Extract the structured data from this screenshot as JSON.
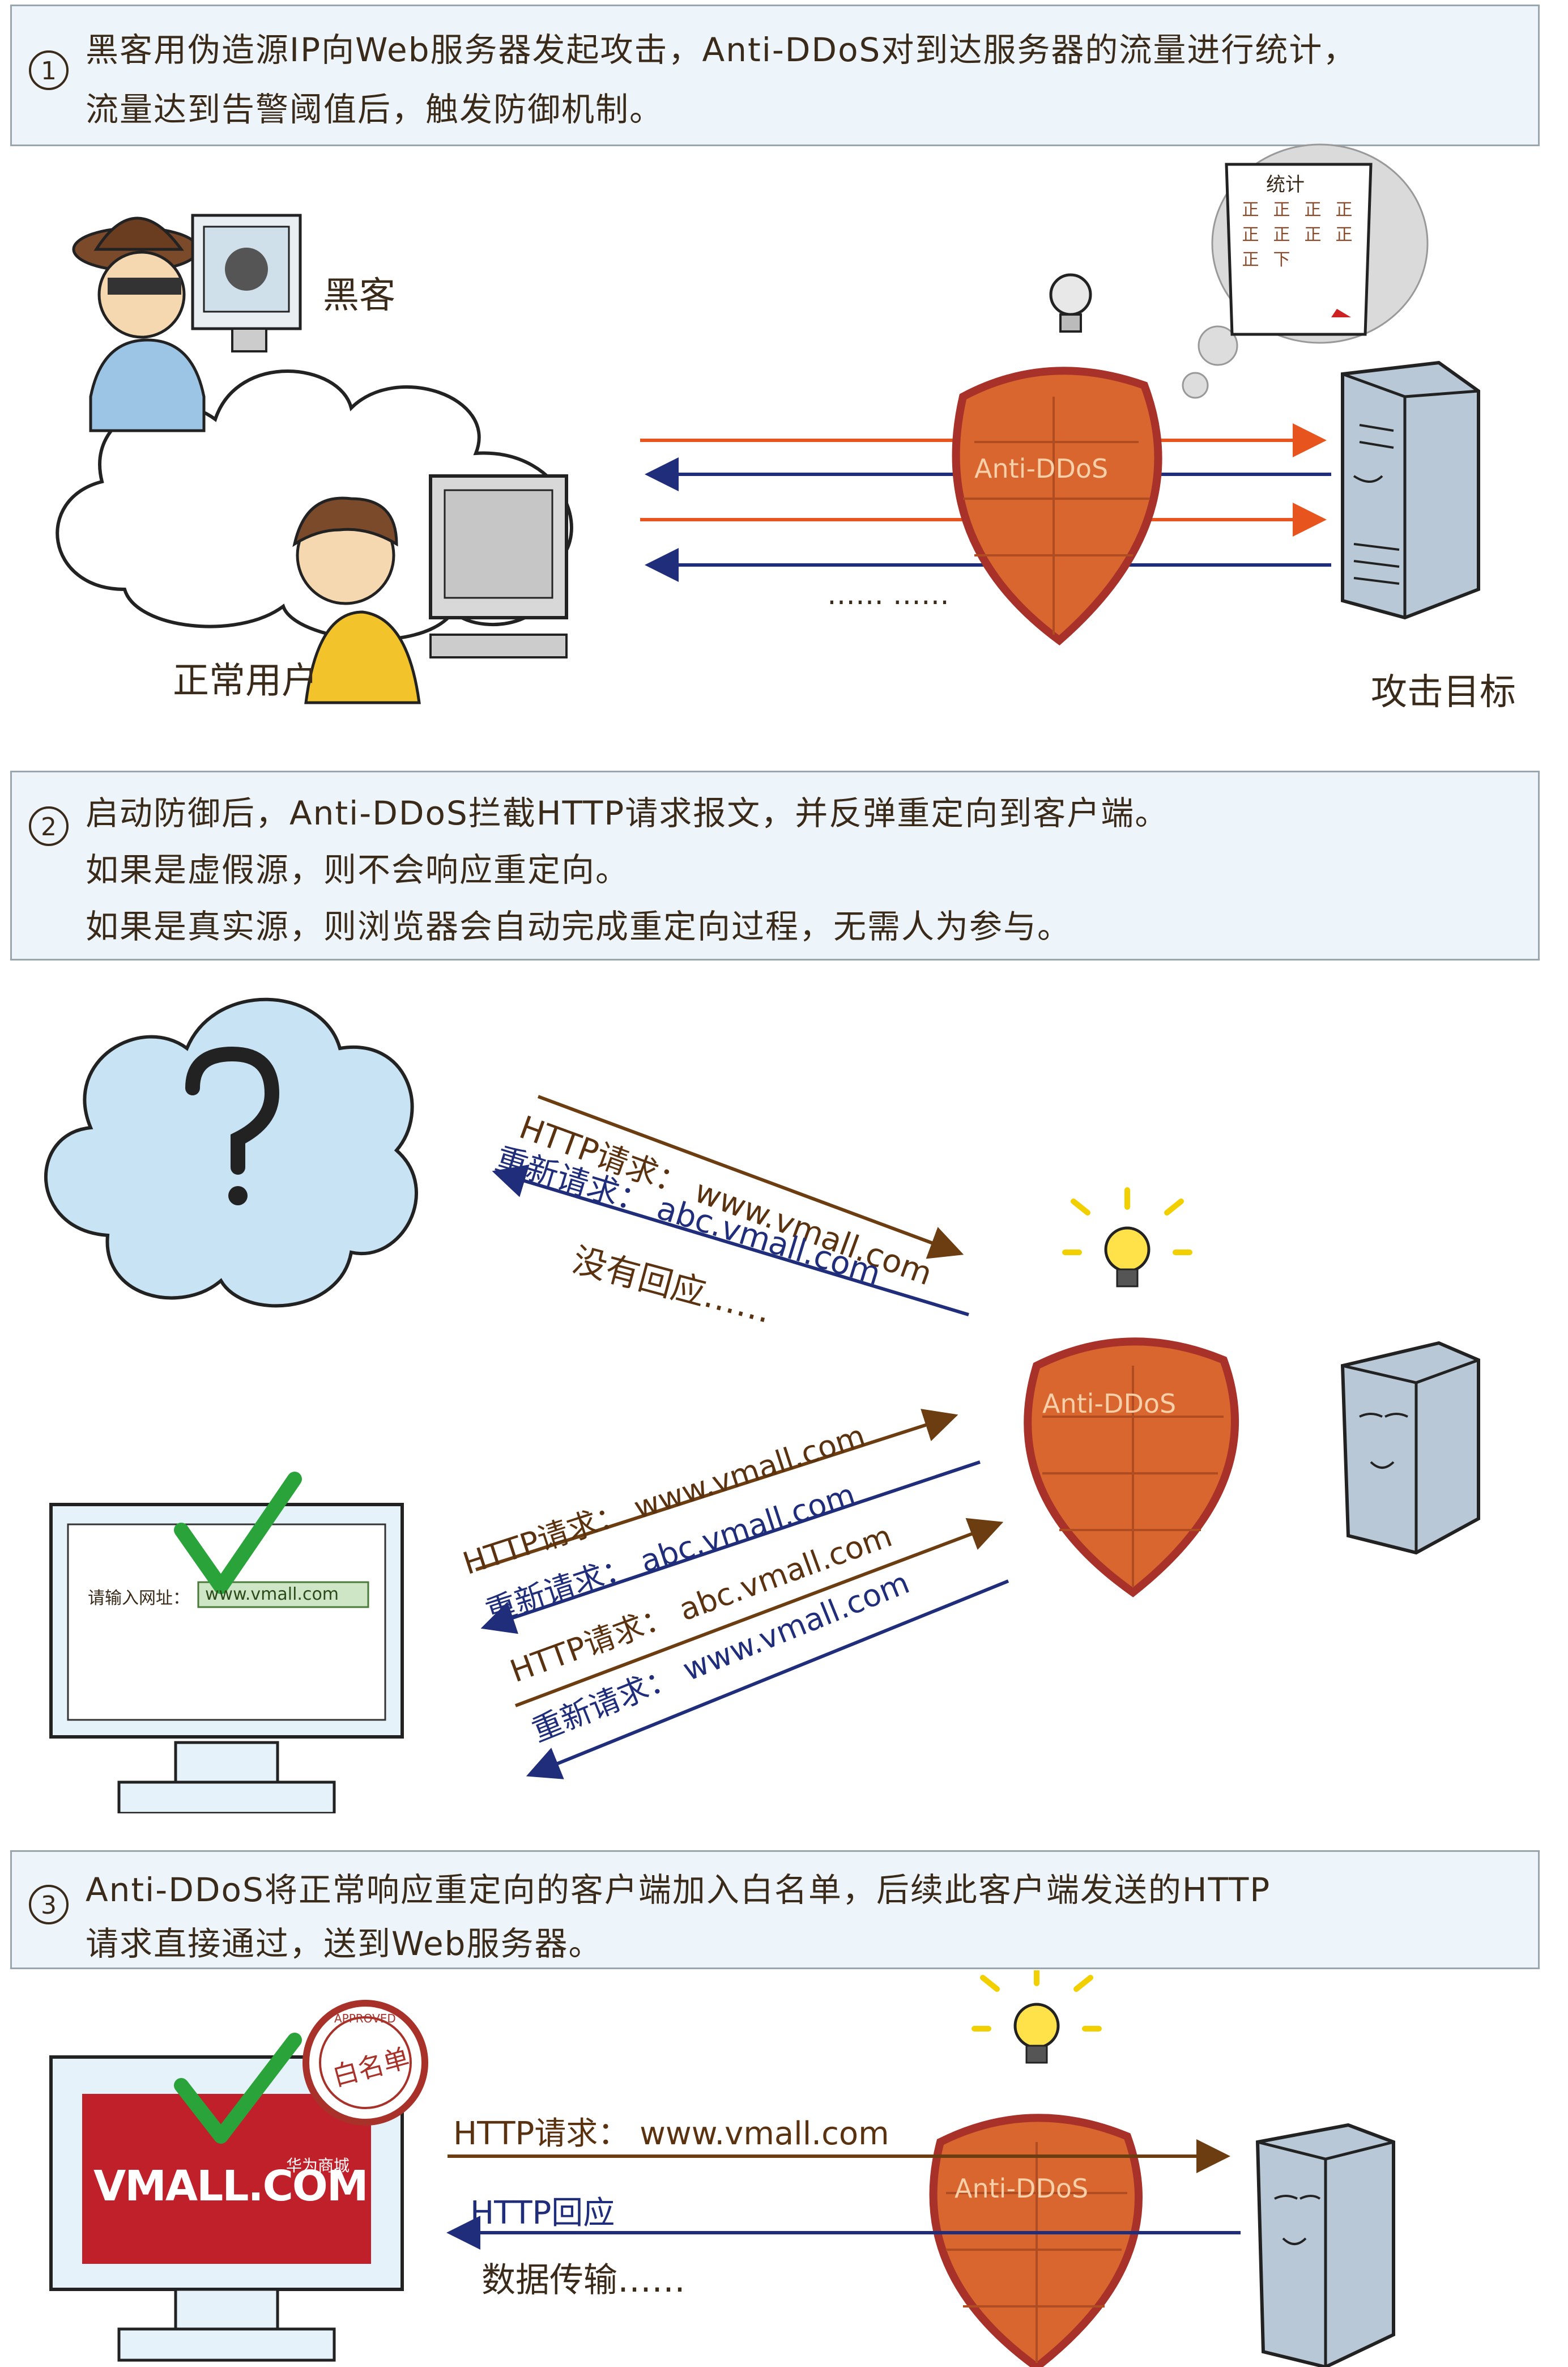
{
  "step1": {
    "number": "1",
    "lines": [
      "黑客用伪造源IP向Web服务器发起攻击，Anti-DDoS对到达服务器的流量进行统计，",
      "流量达到告警阈值后，触发防御机制。"
    ],
    "hacker_label": "黑客",
    "normal_user_label": "正常用户",
    "target_label": "攻击目标",
    "shield_label": "Anti-DDoS",
    "stats_title": "统计",
    "stats_cells": [
      "正",
      "正",
      "正",
      "正",
      "正",
      "正",
      "正",
      "正",
      "正",
      "下"
    ],
    "ellipsis": "…… ……"
  },
  "step2": {
    "number": "2",
    "lines": [
      "启动防御后，Anti-DDoS拦截HTTP请求报文，并反弹重定向到客户端。",
      "如果是虚假源，则不会响应重定向。",
      "如果是真实源，则浏览器会自动完成重定向过程，无需人为参与。"
    ],
    "fake": {
      "http_request": "HTTP请求： www.vmall.com",
      "redirect": "重新请求： abc.vmall.com",
      "no_response": "没有回应……"
    },
    "real": {
      "url_prompt": "请输入网址：",
      "url_value": "www.vmall.com",
      "msgs": [
        "HTTP请求： www.vmall.com",
        "重新请求： abc.vmall.com",
        "HTTP请求： abc.vmall.com",
        "重新请求： www.vmall.com"
      ]
    },
    "shield_label": "Anti-DDoS"
  },
  "step3": {
    "number": "3",
    "lines": [
      "Anti-DDoS将正常响应重定向的客户端加入白名单，后续此客户端发送的HTTP",
      "请求直接通过，送到Web服务器。"
    ],
    "vmall_logo": "VMALL.COM",
    "vmall_sub": "华为商城",
    "whitelist_stamp": "白名单",
    "stamp_ring": "APPROVED",
    "http_request": "HTTP请求： www.vmall.com",
    "http_response": "HTTP回应",
    "data_transfer": "数据传输……",
    "shield_label": "Anti-DDoS"
  },
  "colors": {
    "orange_arrow": "#e8541e",
    "blue_arrow": "#1f2d7a",
    "brown_arrow": "#6b3d10",
    "shield": "#d9662e",
    "shield_rim": "#a8322a",
    "server": "#b8c8d6",
    "bulb": "#ffe14a",
    "check": "#2aa33a",
    "vmall_red": "#c0202a"
  }
}
